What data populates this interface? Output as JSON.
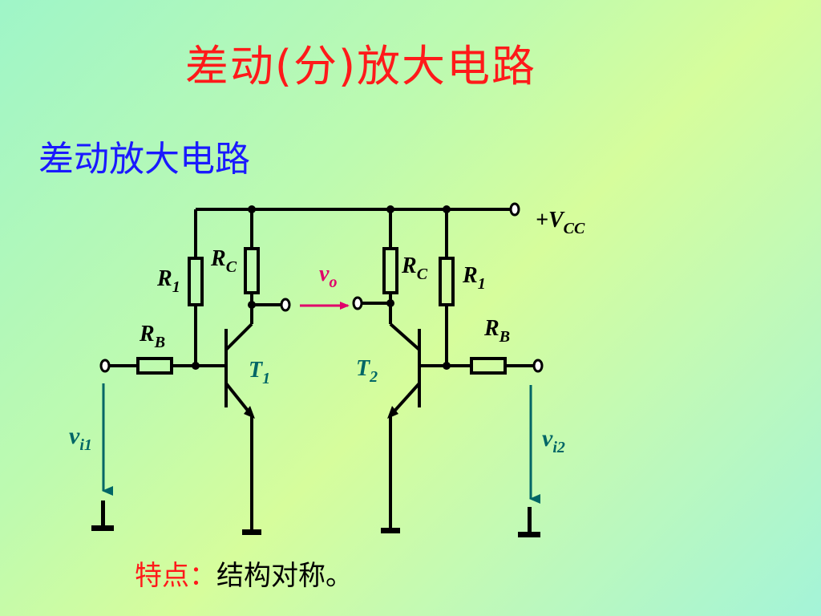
{
  "slide": {
    "title": "差动(分)放大电路",
    "subtitle": "差动放大电路"
  },
  "circuit": {
    "vcc": {
      "main": "+V",
      "sub": "CC"
    },
    "rc_left": {
      "main": "R",
      "sub": "C"
    },
    "rc_right": {
      "main": "R",
      "sub": "C"
    },
    "r1_left": {
      "main": "R",
      "sub": "1"
    },
    "r1_right": {
      "main": "R",
      "sub": "1"
    },
    "rb_left": {
      "main": "R",
      "sub": "B"
    },
    "rb_right": {
      "main": "R",
      "sub": "B"
    },
    "t1": {
      "main": "T",
      "sub": "1"
    },
    "t2": {
      "main": "T",
      "sub": "2"
    },
    "vo": {
      "main": "v",
      "sub": "o"
    },
    "vi1": {
      "main": "v",
      "sub": "i1"
    },
    "vi2": {
      "main": "v",
      "sub": "i2"
    },
    "colors": {
      "wire": "#000000",
      "label": "#000000",
      "transistor_label": "#006666",
      "output_arrow": "#e0006a",
      "input_arrow": "#006666"
    }
  },
  "footer": {
    "label": "特点：",
    "text": "结构对称。"
  }
}
